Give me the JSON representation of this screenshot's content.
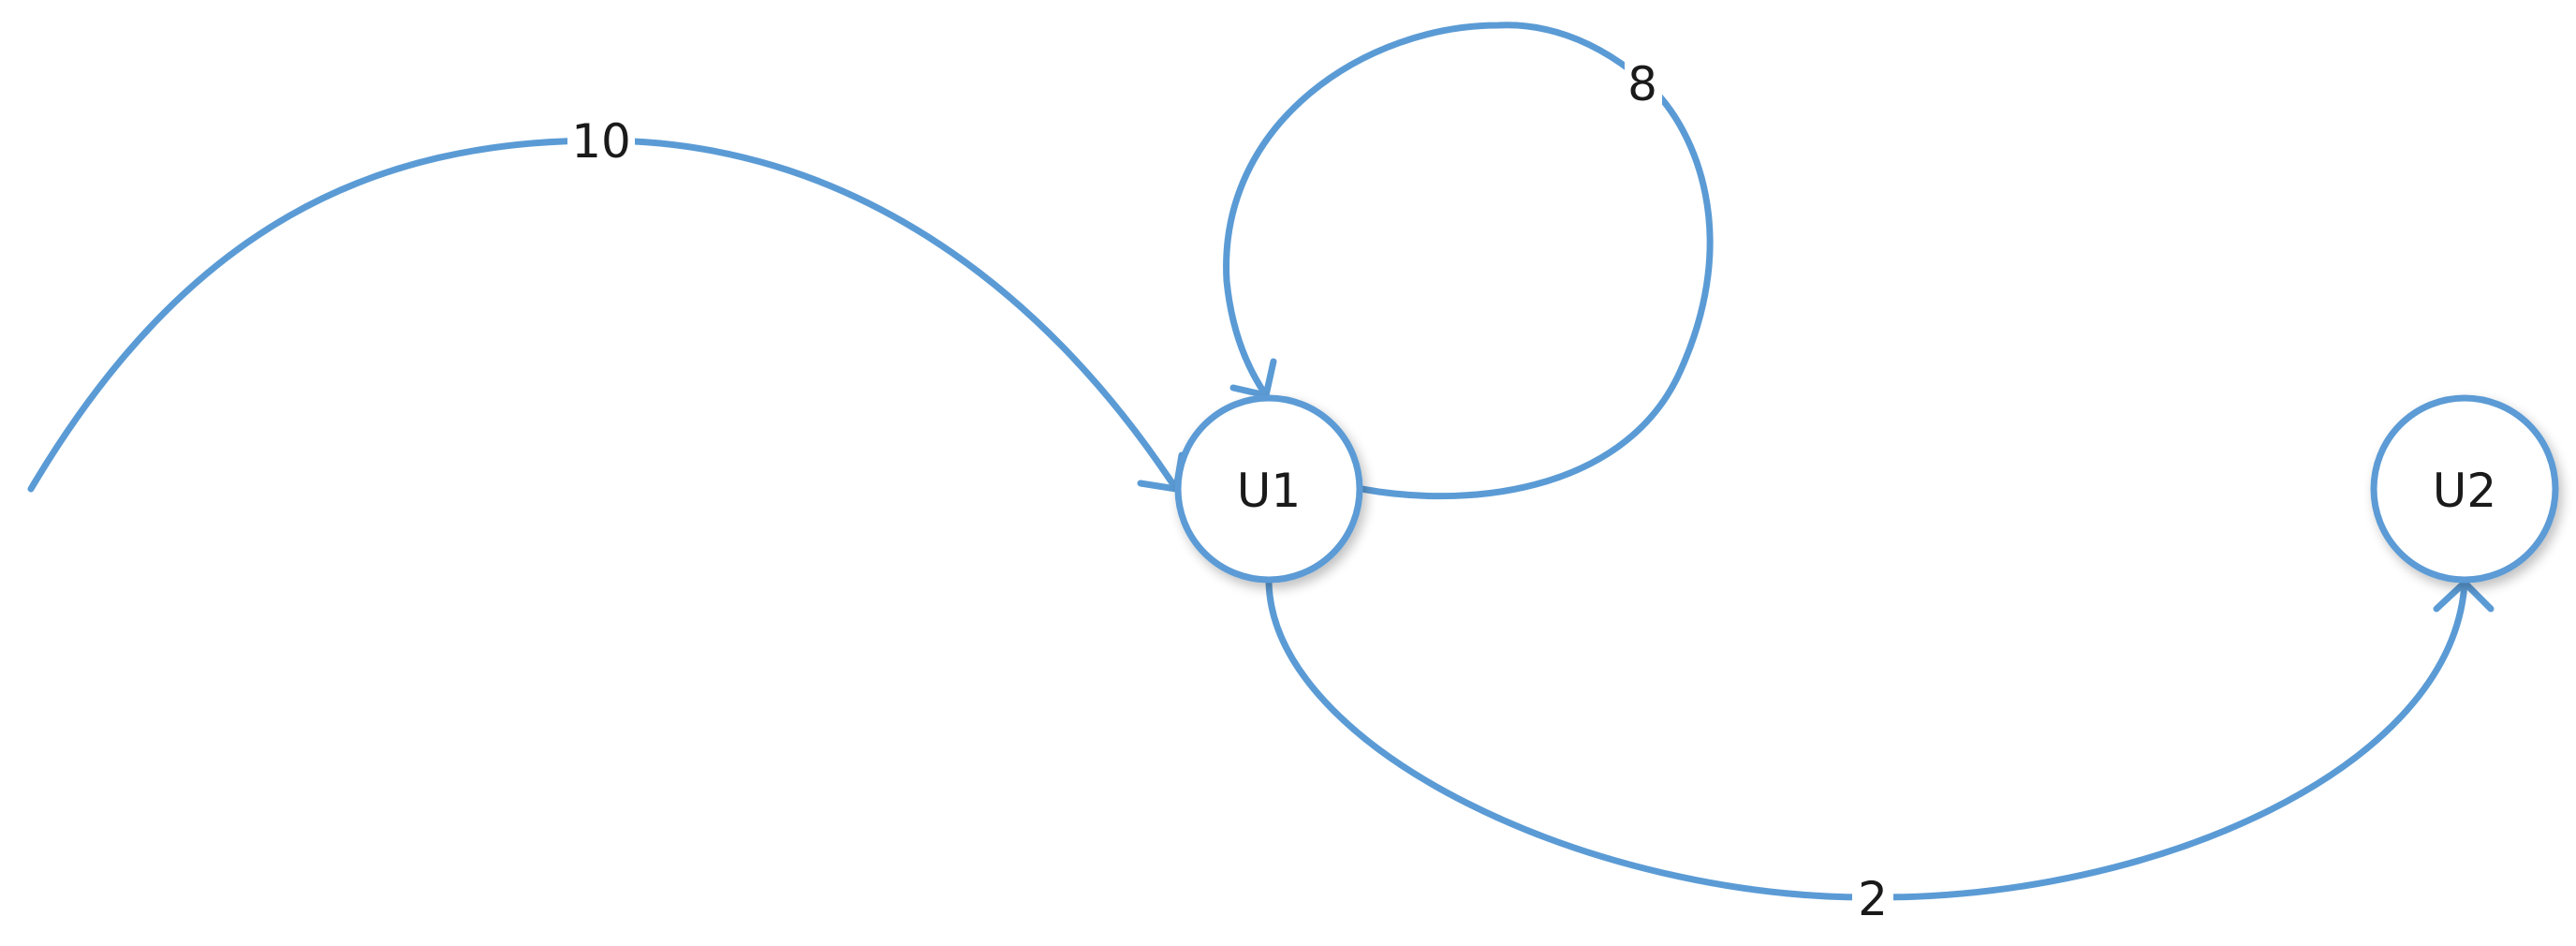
{
  "diagram": {
    "colors": {
      "edge": "#5b9bd5",
      "node_stroke": "#5b9bd5",
      "text": "#1a1a1a"
    },
    "nodes": {
      "u1": {
        "label": "U1"
      },
      "u2": {
        "label": "U2"
      }
    },
    "edges": {
      "incoming": {
        "label": "10",
        "from": "",
        "to": "U1"
      },
      "self_loop": {
        "label": "8",
        "from": "U1",
        "to": "U1"
      },
      "u1_to_u2": {
        "label": "2",
        "from": "U1",
        "to": "U2"
      }
    }
  }
}
